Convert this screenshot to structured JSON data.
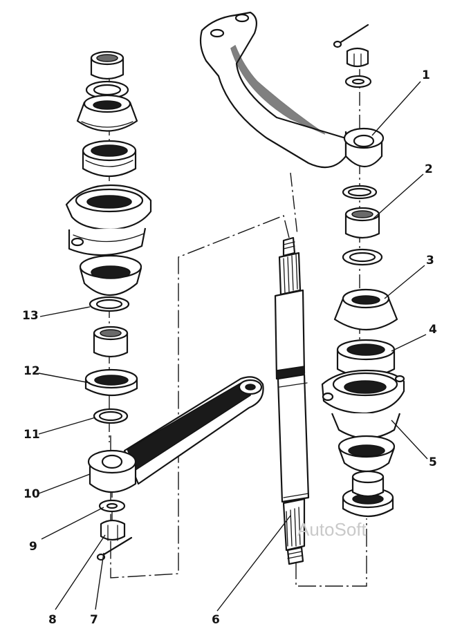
{
  "diagram": {
    "callouts": [
      "1",
      "2",
      "3",
      "4",
      "5",
      "6",
      "7",
      "8",
      "9",
      "10",
      "11",
      "12",
      "13"
    ],
    "watermark": "AutoSoft"
  }
}
